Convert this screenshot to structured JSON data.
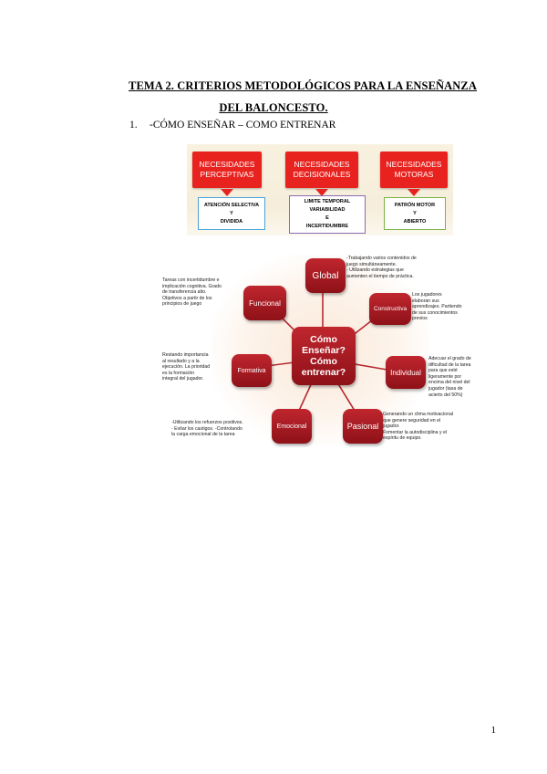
{
  "doc": {
    "title_line1": "TEMA 2. CRITERIOS METODOLÓGICOS PARA LA ENSEÑANZA",
    "title_line2": "DEL BALONCESTO.",
    "section_number": "1.",
    "section_title": "-CÓMO ENSEÑAR – COMO ENTRENAR",
    "page_number": "1"
  },
  "needs": [
    {
      "line1": "NECESIDADES",
      "line2": "PERCEPTIVAS",
      "out": [
        "ATENCIÓN SELECTIVA",
        "Y",
        "DIVIDIDA"
      ],
      "border": "#4aa3d8"
    },
    {
      "line1": "NECESIDADES",
      "line2": "DECISIONALES",
      "out": [
        "LIMITE TEMPORAL",
        "VARIABILIDAD",
        "E",
        "INCERTIDUMBRE"
      ],
      "border": "#8a6bb0"
    },
    {
      "line1": "NECESIDADES",
      "line2": "MOTORAS",
      "out": [
        "PATRÓN MOTOR",
        "Y",
        "ABIERTO"
      ],
      "border": "#7cb342"
    }
  ],
  "radial": {
    "center": [
      "Cómo",
      "Enseñar?",
      "Cómo",
      "entrenar?"
    ],
    "nodes": {
      "global": "Global",
      "constructiva": "Constructiva",
      "individual": "Individual",
      "pasional": "Pasional",
      "emocional": "Emocional",
      "formativa": "Formativa",
      "funcional": "Funcional"
    },
    "desc": {
      "global": [
        "-Trabajando varios contenidos de",
        "juego simultáneamente.",
        "- Utilizando estrategias que",
        "aumenten el tiempo de práctica."
      ],
      "constructiva": [
        "Los jugadores",
        "elaboran sus",
        "aprendizajes. Partiendo",
        "de sus conocimientos",
        "previos"
      ],
      "individual": [
        "Adecuar el grado de",
        "dificultad de la tarea",
        "para que esté",
        "ligeramente por",
        "encima del nivel del",
        "jugador (tasa de",
        "acierto del 50%)"
      ],
      "pasional": [
        "Generando un clima motivacional",
        "que genere seguridad en el",
        "jugador.",
        "Fomentar la autodisciplina y el",
        "espíritu de equipo."
      ],
      "emocional": [
        "-Utilizando los refuerzos positivos.",
        "- Evitar los castigos. -Controlando",
        "la carga emocional de la tarea"
      ],
      "formativa": [
        "Restando importancia",
        "al resultado y a la",
        "ejecución. La prioridad",
        "es la formación",
        "integral del jugador."
      ],
      "funcional": [
        "Tareas con incertidumbre e",
        "implicación cognitiva. Grado",
        "de transferencia alto.",
        "Objetivos a partir de los",
        "principios de juego"
      ]
    }
  }
}
